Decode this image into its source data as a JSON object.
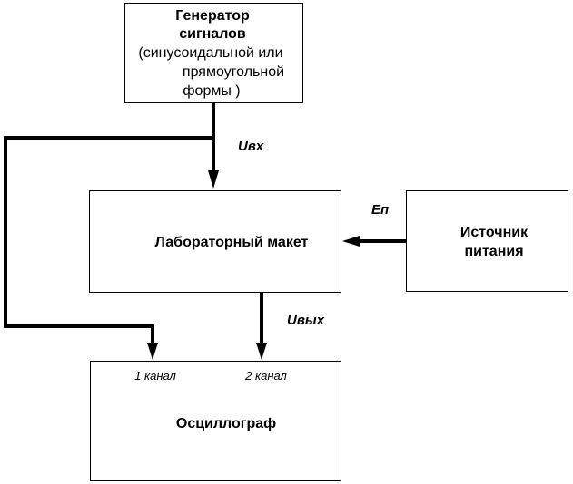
{
  "blocks": {
    "generator": {
      "title_line1": "Генератор",
      "title_line2": "сигналов",
      "subtitle_line1": "(синусоидальной или",
      "subtitle_line2": "прямоугольной",
      "subtitle_line3": "формы )"
    },
    "lab_board": {
      "title": "Лабораторный макет"
    },
    "power_source": {
      "title_line1": "Источник",
      "title_line2": "питания"
    },
    "oscilloscope": {
      "title": "Осциллограф",
      "channel1": "1 канал",
      "channel2": "2 канал"
    }
  },
  "signals": {
    "input": "Uвх",
    "output": "Uвых",
    "supply": "Еп"
  }
}
